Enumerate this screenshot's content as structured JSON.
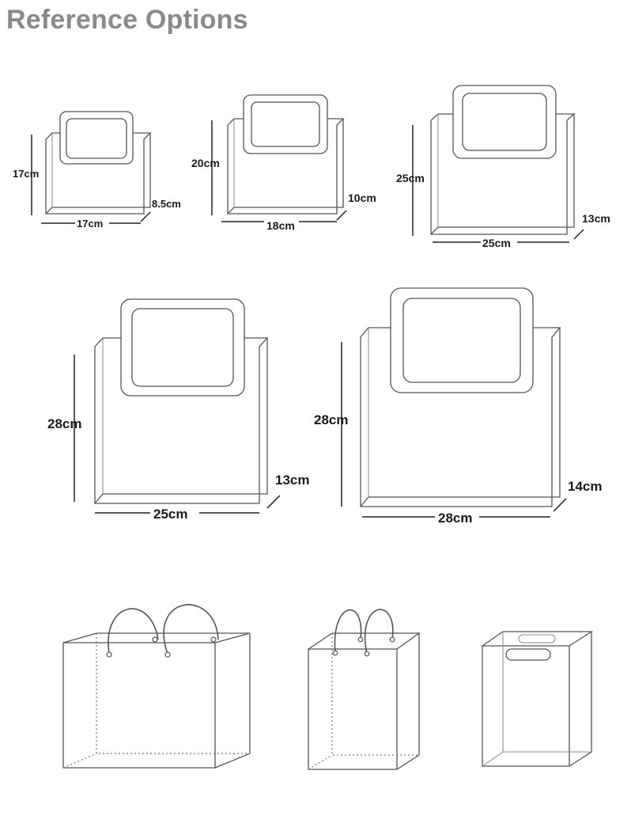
{
  "page": {
    "title": "Reference Options"
  },
  "bags": [
    {
      "height": "17cm",
      "width": "17cm",
      "depth": "8.5cm"
    },
    {
      "height": "20cm",
      "width": "18cm",
      "depth": "10cm"
    },
    {
      "height": "25cm",
      "width": "25cm",
      "depth": "13cm"
    },
    {
      "height": "28cm",
      "width": "25cm",
      "depth": "13cm"
    },
    {
      "height": "28cm",
      "width": "28cm",
      "depth": "14cm"
    }
  ],
  "styles": [
    "rope-handle-wide",
    "rope-handle-tall",
    "die-cut-handle"
  ]
}
